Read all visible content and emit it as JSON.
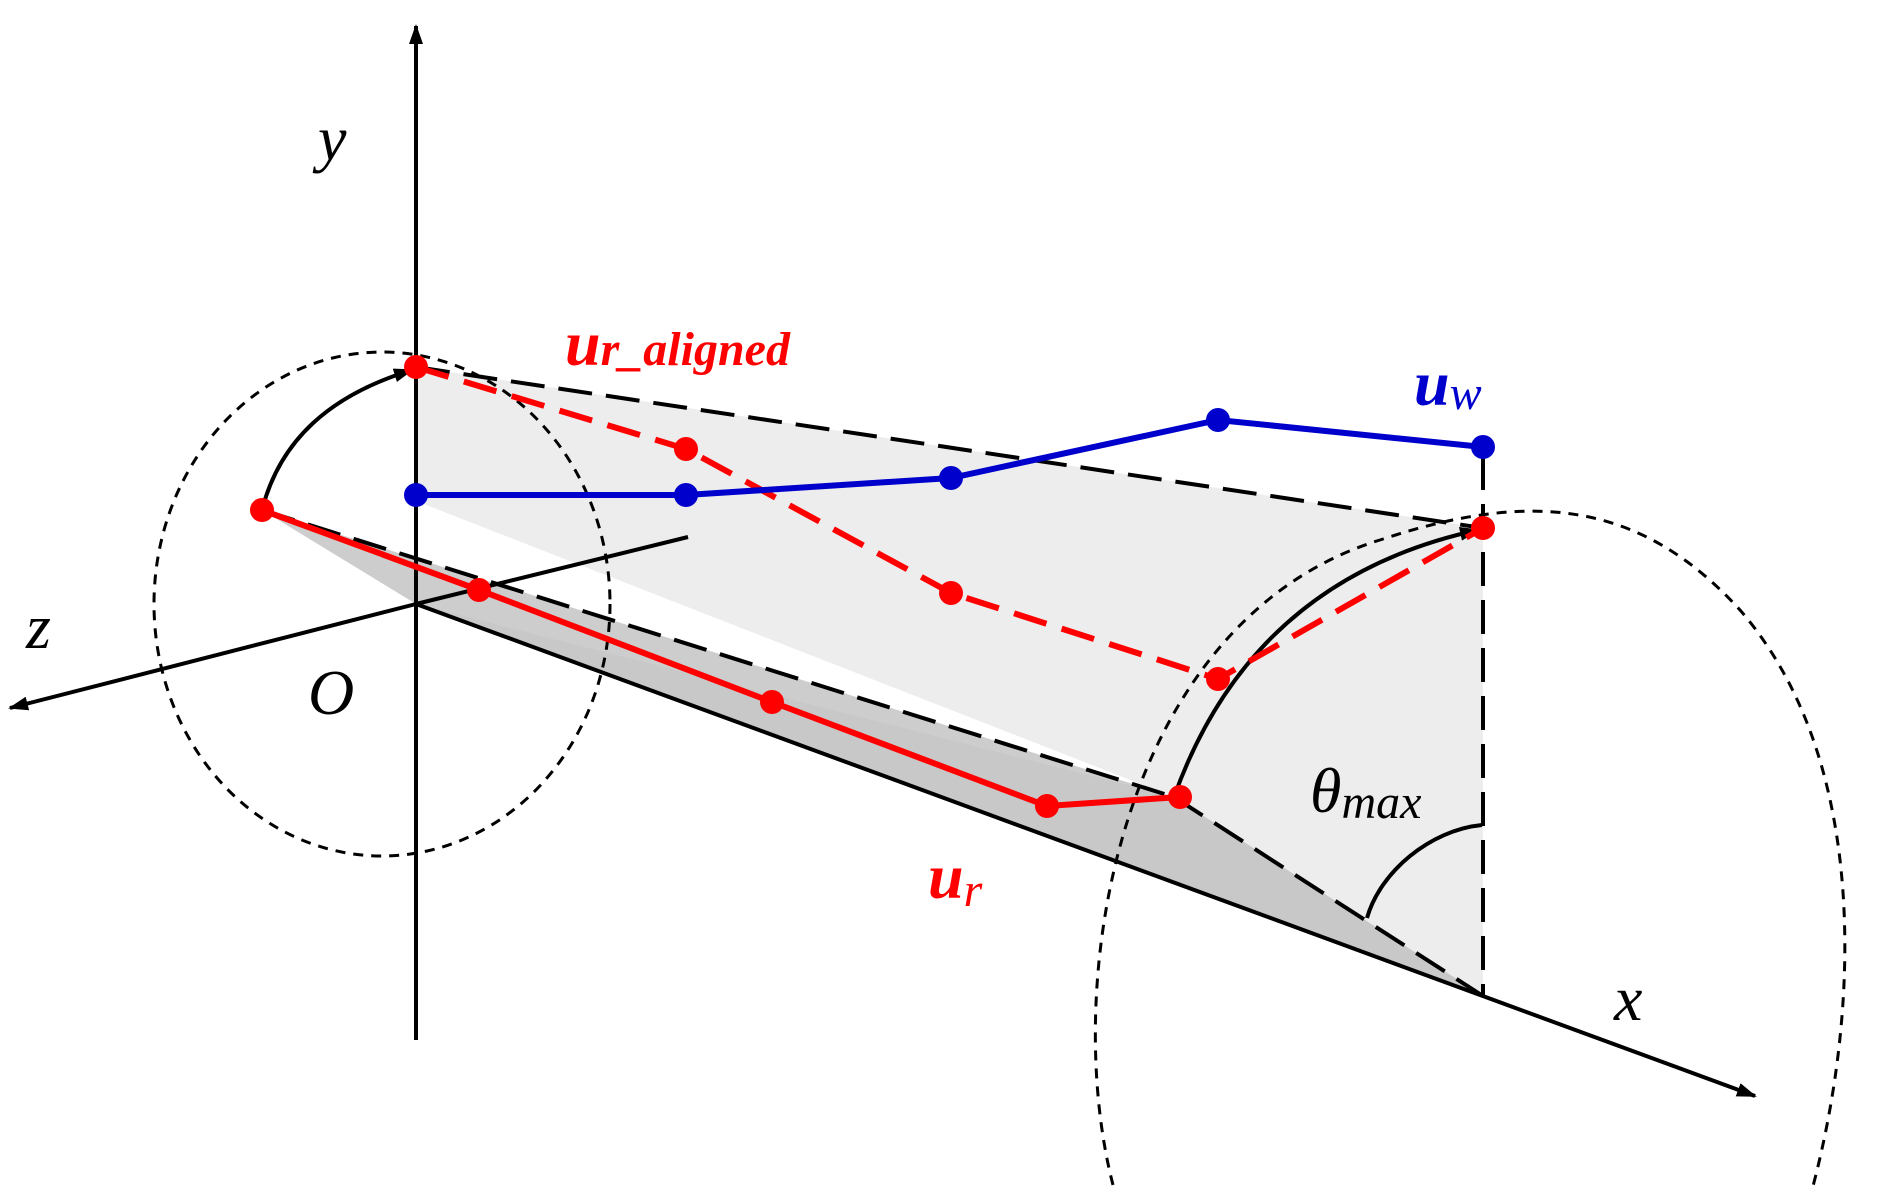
{
  "labels": {
    "y_axis": "y",
    "z_axis": "z",
    "x_axis": "x",
    "origin": "O",
    "ur_aligned_main": "u",
    "ur_aligned_sub": "r_aligned",
    "uw_main": "u",
    "uw_sub": "w",
    "ur_main": "u",
    "ur_sub": "r",
    "theta_main": "θ",
    "theta_sub": "max"
  },
  "colors": {
    "red": "#ff0000",
    "blue": "#0000cc",
    "black": "#000000",
    "light_gray": "#ededed",
    "dark_gray": "#c8c8c8"
  }
}
